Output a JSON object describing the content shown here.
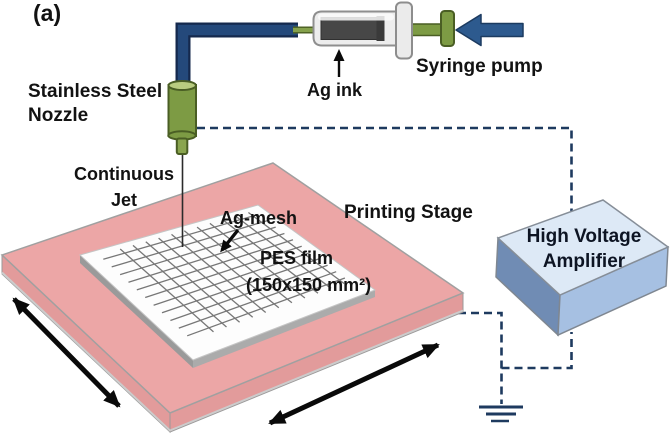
{
  "figure": {
    "panel_label": "(a)",
    "labels": {
      "nozzle_line1": "Stainless Steel",
      "nozzle_line2": "Nozzle",
      "jet_line1": "Continuous",
      "jet_line2": "Jet",
      "ag_ink": "Ag ink",
      "syringe_pump": "Syringe pump",
      "ag_mesh": "Ag-mesh",
      "printing_stage": "Printing Stage",
      "pes_film_line1": "PES film",
      "pes_film_line2": "(150x150 mm²)",
      "amplifier_line1": "High Voltage",
      "amplifier_line2": "Amplifier"
    },
    "colors": {
      "stage_top": "#eca6a6",
      "stage_side": "#e29b9b",
      "film": "#fdfdfd",
      "film_side": "#9a9a9a",
      "mesh": "#777777",
      "nozzle": "#7d9b44",
      "nozzle_top": "#b9cc80",
      "nozzle_dark": "#4a5e24",
      "tube": "#24497b",
      "tube_dark": "#15294d",
      "ink": "#474747",
      "pump_arrow": "#2d5a8e",
      "dash": "#1e3a5f",
      "amp_top": "#dde9f6",
      "amp_left": "#708cb4",
      "amp_right": "#a6c0e2",
      "arrow_black": "#0a0a0a"
    },
    "mesh": {
      "lines_shallow": 11,
      "lines_steep": 11
    }
  }
}
